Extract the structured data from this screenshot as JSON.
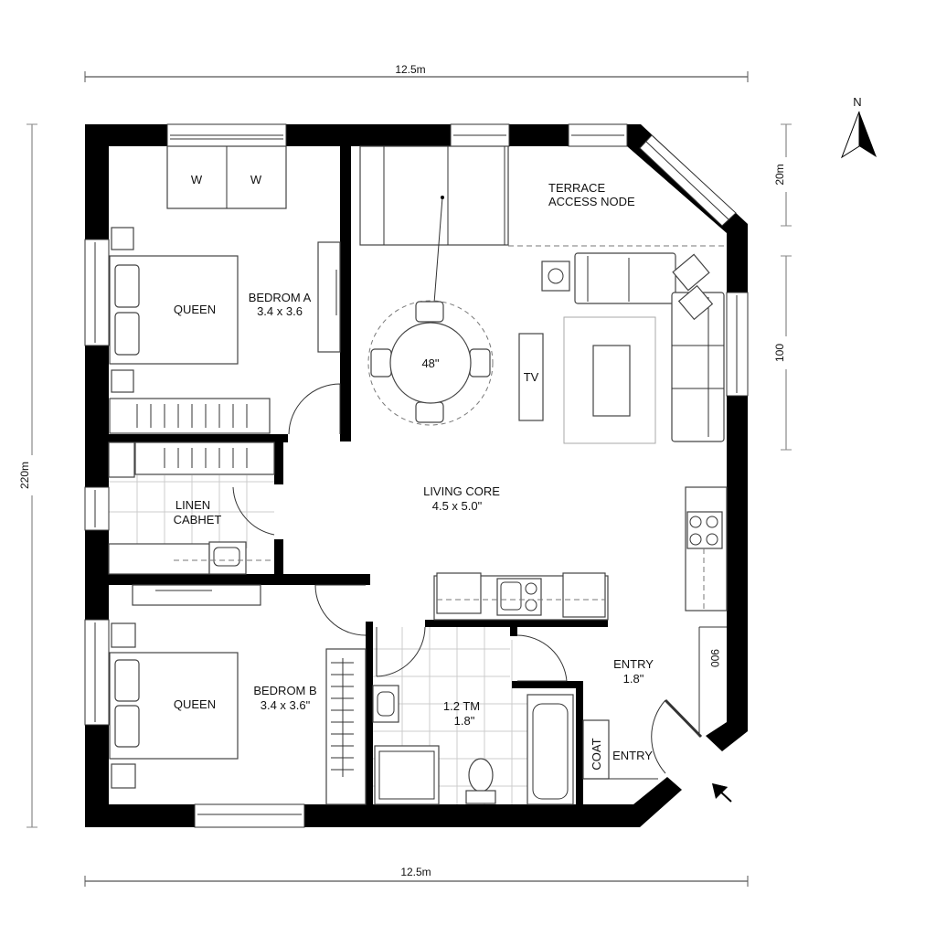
{
  "dimensions": {
    "top_width": "12.5m",
    "bottom_width": "12.5m",
    "left_height": "220m",
    "right_upper": "20m",
    "right_middle": "100",
    "entry_side": "900"
  },
  "compass": {
    "label": "N",
    "icon": "north-arrow-icon"
  },
  "rooms": {
    "wardrobe_left": "W",
    "wardrobe_right": "W",
    "terrace_line1": "TERRACE",
    "terrace_line2": "ACCESS NODE",
    "bedroom_a_bed": "QUEEN",
    "bedroom_a_name": "BEDROM A",
    "bedroom_a_size": "3.4 x 3.6",
    "dining_table": "48\"",
    "tv": "TV",
    "linen_line1": "LINEN",
    "linen_line2": "CABHET",
    "living_name": "LIVING CORE",
    "living_size": "4.5 x 5.0\"",
    "bedroom_b_bed": "QUEEN",
    "bedroom_b_name": "BEDROM B",
    "bedroom_b_size": "3.4 x 3.6\"",
    "bath_name": "1.2 TM",
    "bath_size": "1.8\"",
    "entry_name": "ENTRY",
    "entry_size": "1.8\"",
    "coat": "COAT",
    "entry_door": "ENTRY"
  },
  "entrance_marker": "entrance-arrow-icon"
}
